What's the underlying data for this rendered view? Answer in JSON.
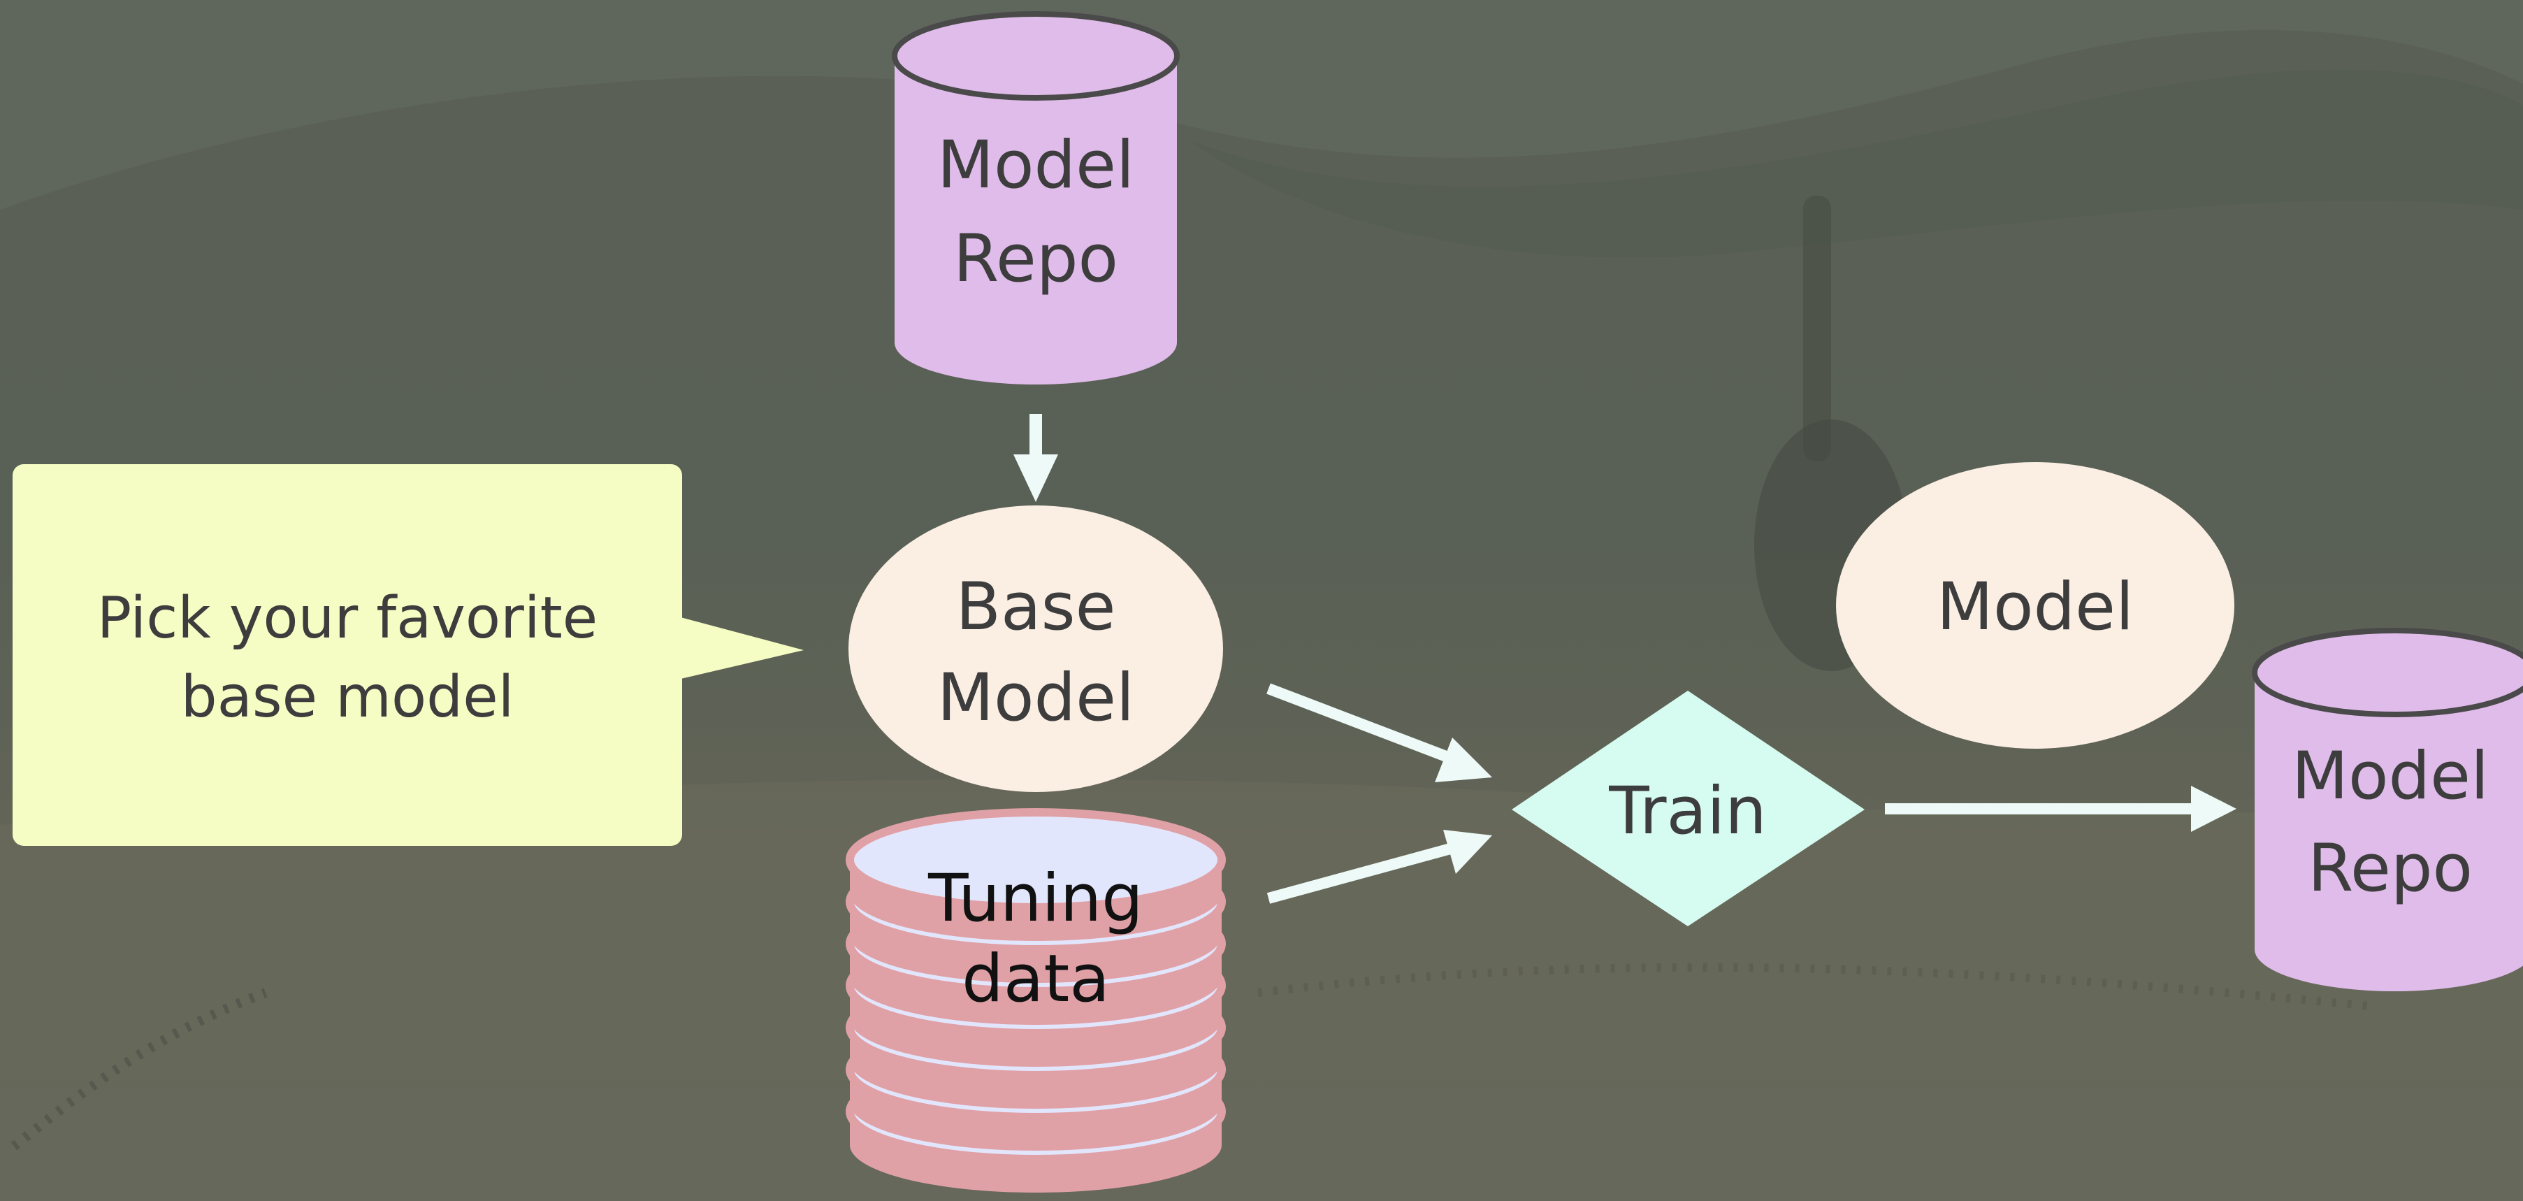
{
  "callout": {
    "line1": "Pick your favorite",
    "line2": "base model"
  },
  "top_repo": {
    "line1": "Model",
    "line2": "Repo"
  },
  "base_model": {
    "line1": "Base",
    "line2": "Model"
  },
  "tuning_data": {
    "line1": "Tuning",
    "line2": "data"
  },
  "train": {
    "label": "Train"
  },
  "model": {
    "label": "Model"
  },
  "right_repo": {
    "line1": "Model",
    "line2": "Repo"
  },
  "colors": {
    "background": "#5b6157",
    "repo_fill": "#e0bcea",
    "model_fill": "#fbefe4",
    "callout_fill": "#f6fdc4",
    "train_fill": "#d6fbf1",
    "data_fill": "#e2e6fd",
    "data_stroke": "#e0a1a6",
    "arrow": "#eefaf7"
  }
}
